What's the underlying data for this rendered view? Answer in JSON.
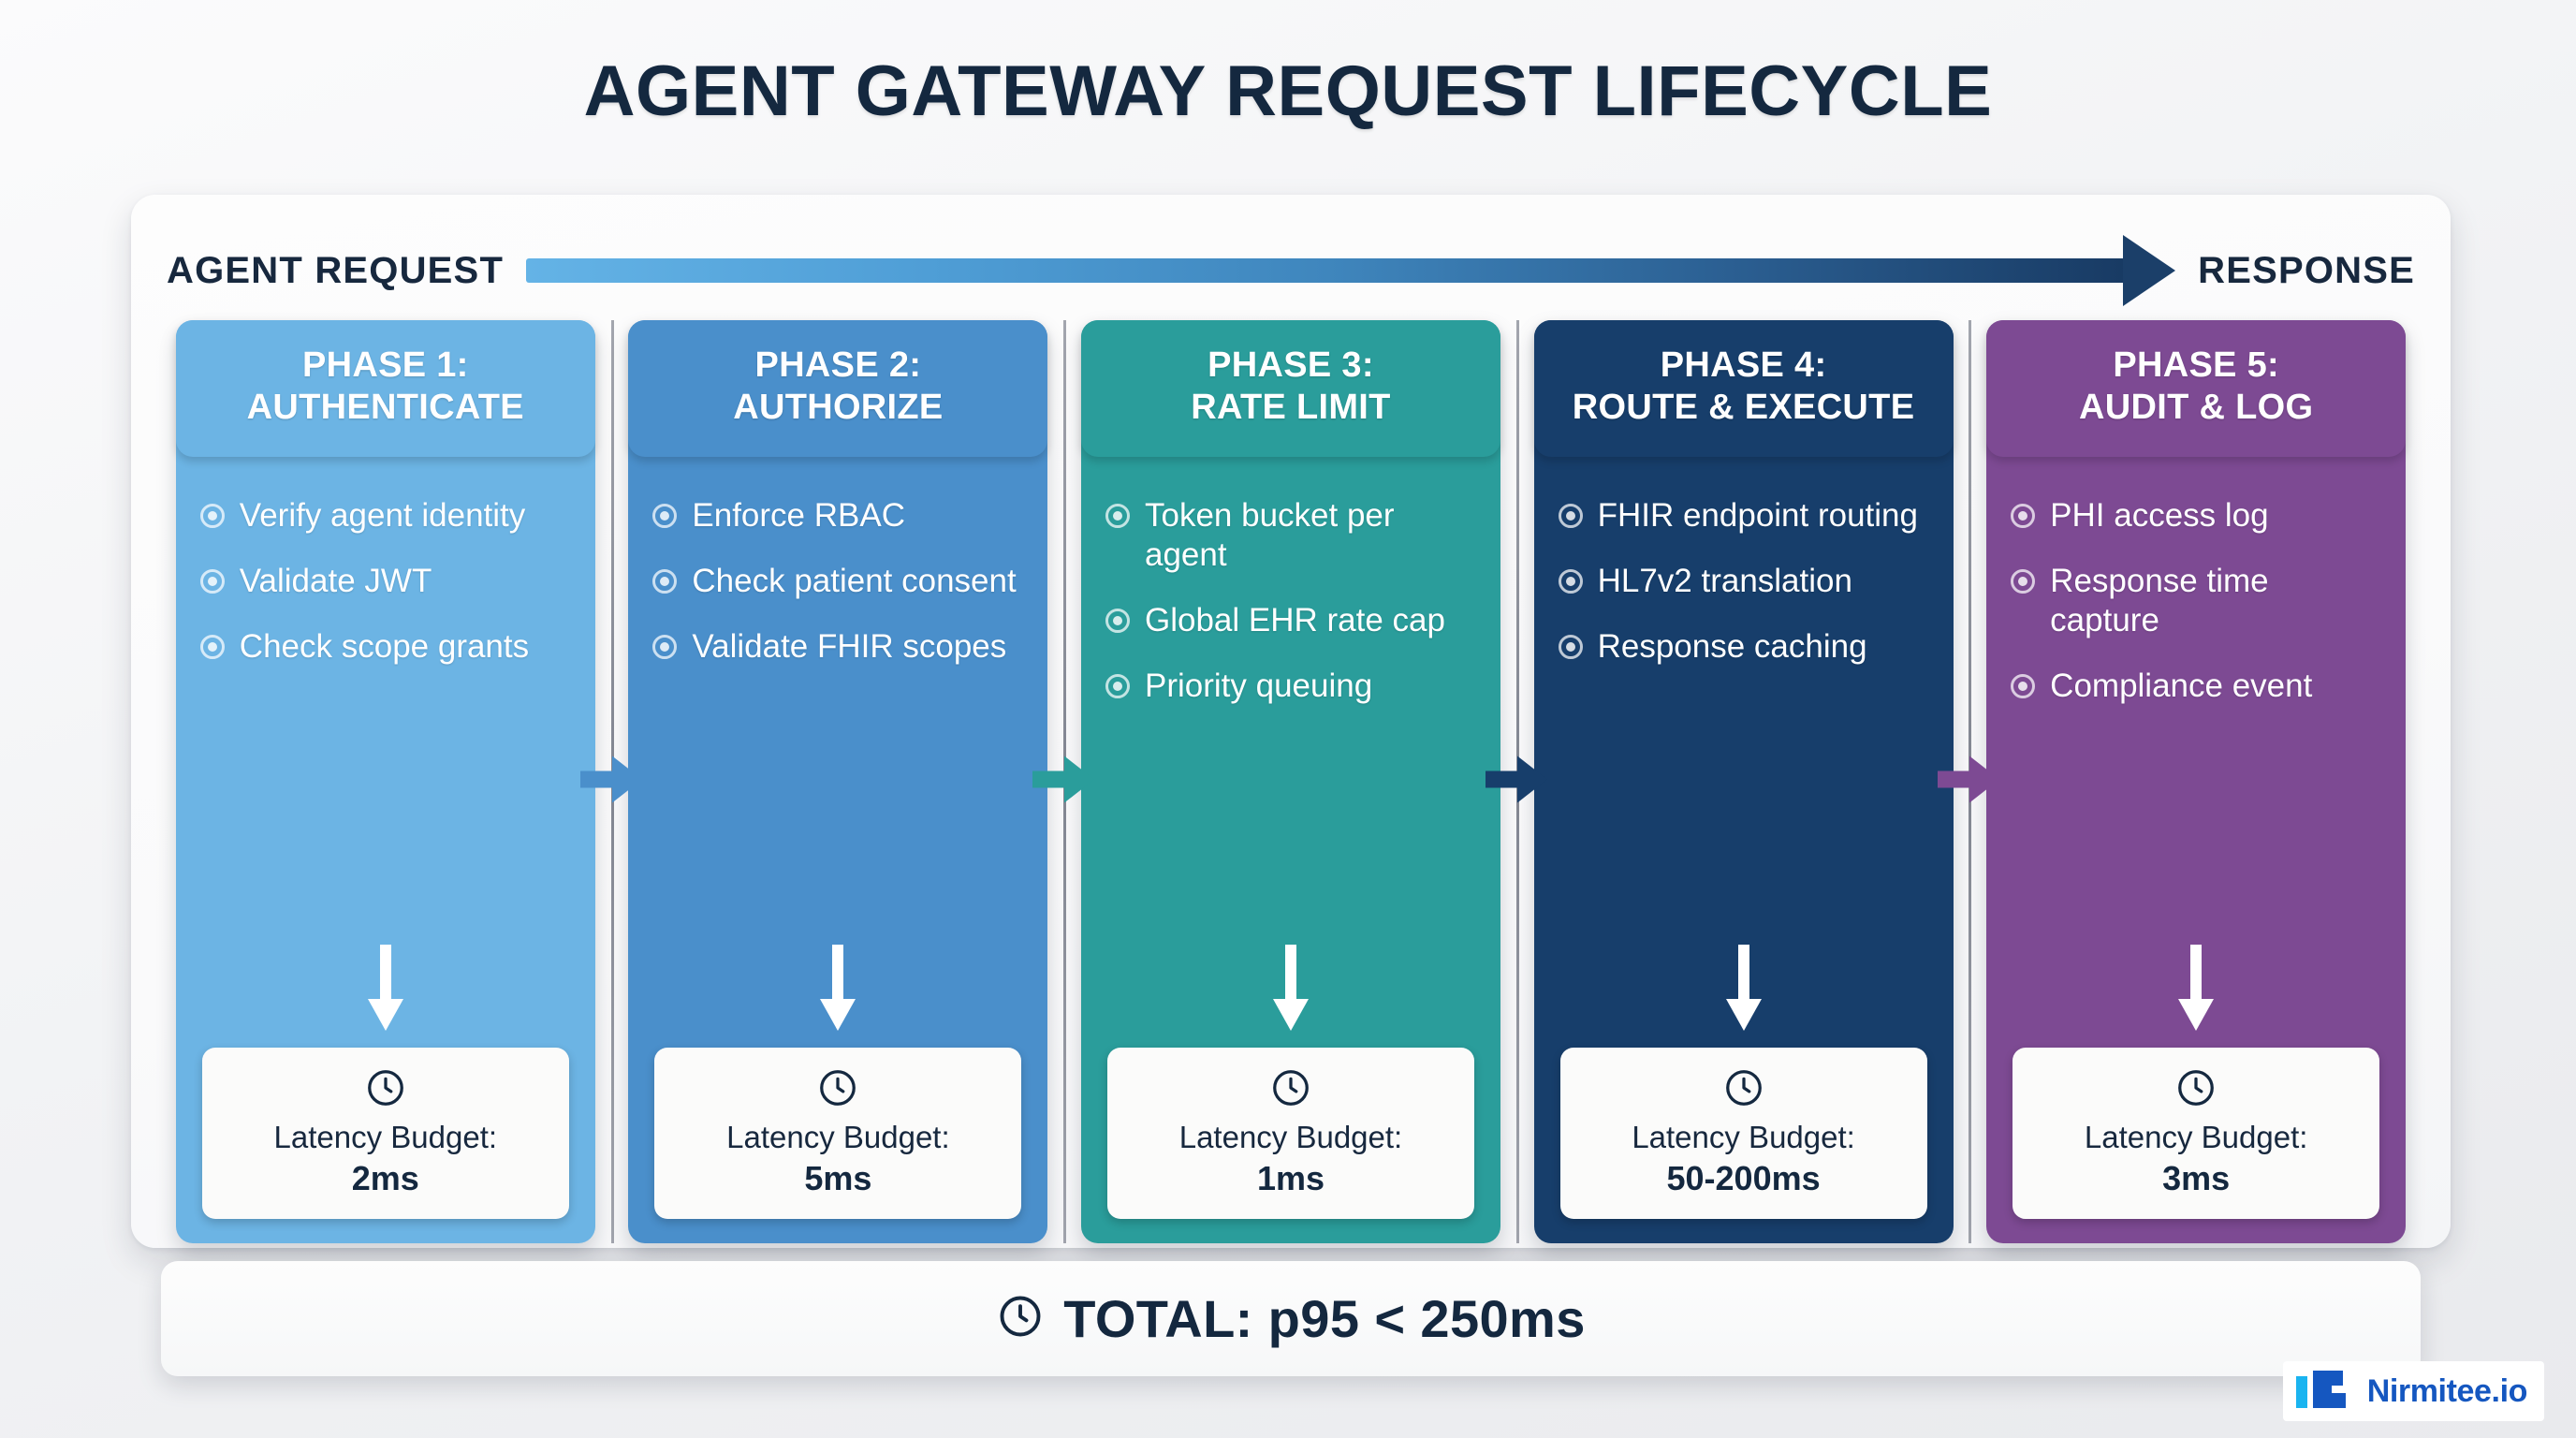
{
  "title": "AGENT GATEWAY REQUEST LIFECYCLE",
  "flow": {
    "start_label": "AGENT REQUEST",
    "end_label": "RESPONSE",
    "arrow_icon": "right-arrow-icon"
  },
  "latency_label": "Latency Budget:",
  "clock_icon": "clock-icon",
  "phases": [
    {
      "title_line1": "PHASE 1:",
      "title_line2": "AUTHENTICATE",
      "color": "#6cb4e4",
      "header_color": "#6cb4e4",
      "bullets": [
        "Verify agent identity",
        "Validate JWT",
        "Check scope grants"
      ],
      "latency_value": "2ms"
    },
    {
      "title_line1": "PHASE 2:",
      "title_line2": "AUTHORIZE",
      "color": "#4a8fcb",
      "header_color": "#4a8fcb",
      "bullets": [
        "Enforce RBAC",
        "Check patient consent",
        "Validate FHIR scopes"
      ],
      "latency_value": "5ms"
    },
    {
      "title_line1": "PHASE 3:",
      "title_line2": "RATE LIMIT",
      "color": "#2a9d9b",
      "header_color": "#2a9d9b",
      "bullets": [
        "Token bucket per agent",
        "Global EHR rate cap",
        "Priority queuing"
      ],
      "latency_value": "1ms"
    },
    {
      "title_line1": "PHASE 4:",
      "title_line2": "ROUTE & EXECUTE",
      "color": "#173e6b",
      "header_color": "#173e6b",
      "bullets": [
        "FHIR endpoint routing",
        "HL7v2 translation",
        "Response caching"
      ],
      "latency_value": "50-200ms"
    },
    {
      "title_line1": "PHASE 5:",
      "title_line2": "AUDIT & LOG",
      "color": "#7d4a93",
      "header_color": "#7d4a93",
      "bullets": [
        "PHI access log",
        "Response time capture",
        "Compliance event"
      ],
      "latency_value": "3ms"
    }
  ],
  "total": {
    "text": "TOTAL: p95 < 250ms"
  },
  "logo": {
    "text": "Nirmitee.io",
    "mark_icon": "nirmitee-logo-icon",
    "accent_cyan": "#1ab4f0",
    "accent_blue": "#1557c0"
  }
}
